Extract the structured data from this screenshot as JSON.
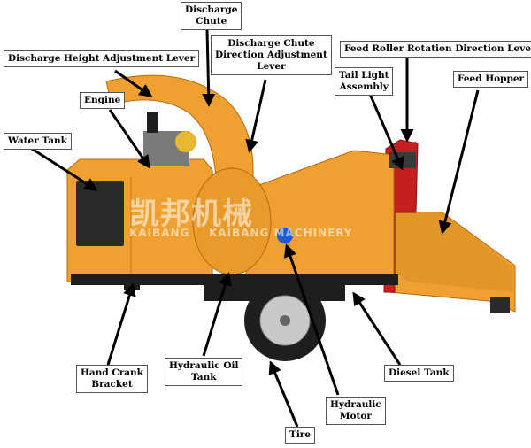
{
  "labels": {
    "discharge_chute": [
      "Discharge",
      "Chute"
    ],
    "discharge_height_lever": [
      "Discharge Height Adjustment Lever"
    ],
    "chute_direction_lever": [
      "Discharge Chute",
      "Direction Adjustment",
      "Lever"
    ],
    "feed_roller_lever": [
      "Feed Roller Rotation Direction Lever"
    ],
    "tail_light": [
      "Tail Light",
      "Assembly"
    ],
    "feed_hopper": [
      "Feed Hopper"
    ],
    "engine": [
      "Engine"
    ],
    "water_tank": [
      "Water Tank"
    ],
    "hand_crank": [
      "Hand Crank",
      "Bracket"
    ],
    "hydraulic_oil_tank": [
      "Hydraulic Oil",
      "Tank"
    ],
    "diesel_tank": [
      "Diesel Tank"
    ],
    "hydraulic_motor": [
      "Hydraulic",
      "Motor"
    ],
    "tire": [
      "Tire"
    ]
  },
  "watermark": {
    "cn_brand": "凯邦机械",
    "brand_left": "KAIBANG",
    "brand_right": "KAIBANG MACHINERY"
  },
  "colors": {
    "machine": "#f0a030",
    "machine_dark": "#c87818",
    "radiator": "#2a2a2a",
    "red_frame": "#c42020",
    "tire": "#1e1e1e",
    "rim": "#c8c8c8",
    "arrow": "#000000"
  }
}
